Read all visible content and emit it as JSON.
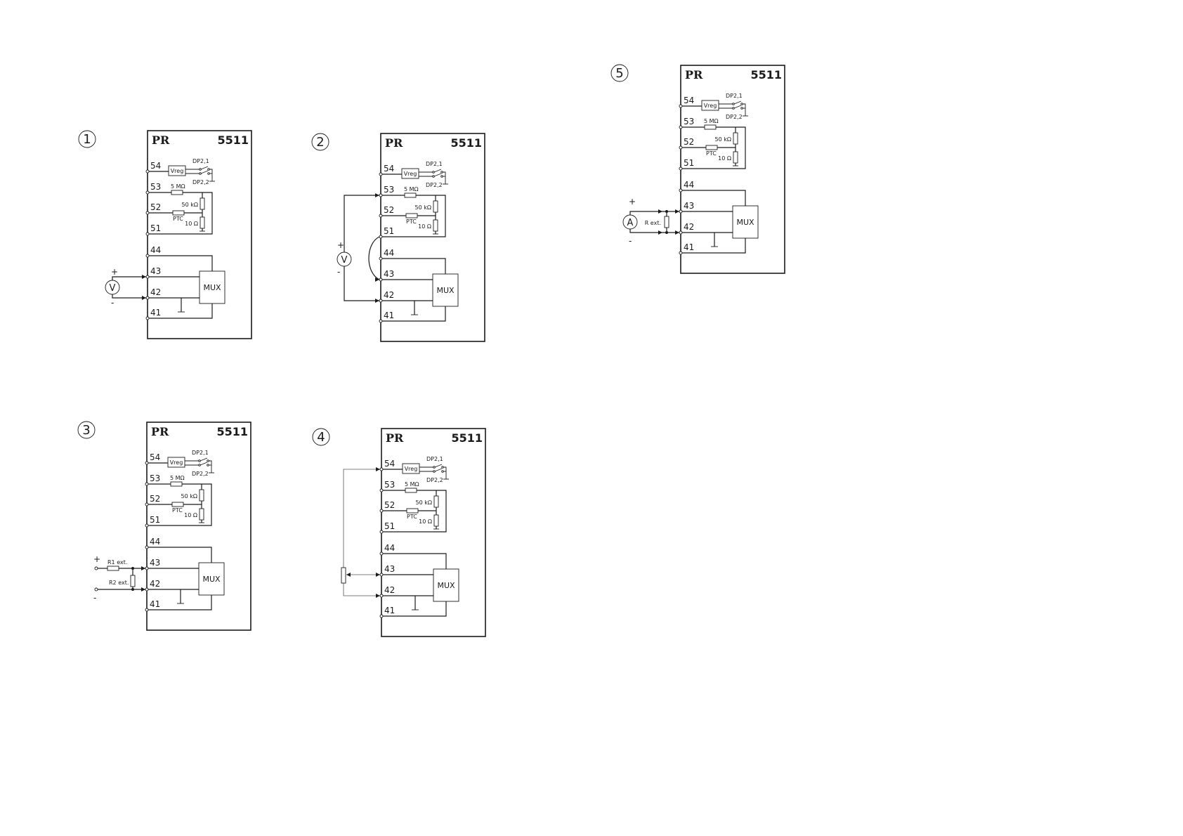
{
  "module": {
    "brand": "PR",
    "model": "5511",
    "terminals": [
      "54",
      "53",
      "52",
      "51",
      "44",
      "43",
      "42",
      "41"
    ],
    "regulator_label": "Vreg",
    "switch_labels": [
      "DP2,1",
      "DP2,2"
    ],
    "resistor_labels": [
      "5 MΩ",
      "50 kΩ",
      "PTC",
      "10 Ω"
    ],
    "mux_label": "MUX"
  },
  "diagrams": [
    {
      "number": "1",
      "type": "voltage-2wire",
      "meter": "V",
      "plus": "+",
      "minus": "-"
    },
    {
      "number": "2",
      "type": "voltage-3wire",
      "meter": "V",
      "plus": "+",
      "minus": "-"
    },
    {
      "number": "3",
      "type": "resistance",
      "plus": "+",
      "minus": "-",
      "r1": "R1 ext.",
      "r2": "R2 ext."
    },
    {
      "number": "4",
      "type": "potentiometer"
    },
    {
      "number": "5",
      "type": "current",
      "meter": "A",
      "plus": "+",
      "minus": "-",
      "r": "R ext."
    }
  ]
}
